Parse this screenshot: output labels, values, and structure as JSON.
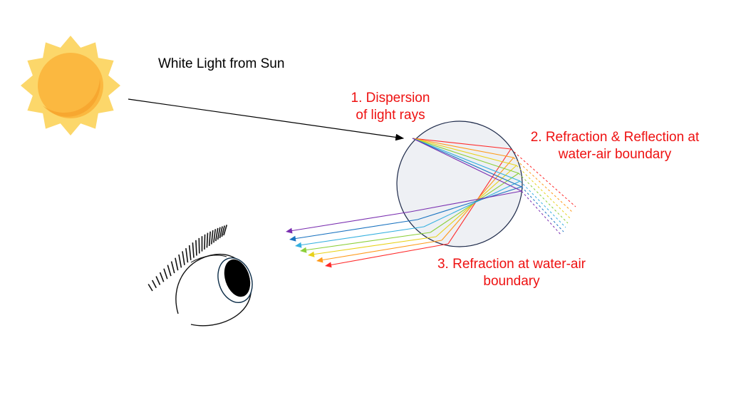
{
  "labels": {
    "sun_light": "White Light from Sun",
    "step1": [
      "1. Dispersion",
      "of light rays"
    ],
    "step2": [
      "2. Refraction & Reflection at",
      "water-air boundary"
    ],
    "step3": [
      "3. Refraction at water-air",
      "boundary"
    ]
  },
  "colors": {
    "annotation": "#ee1111",
    "spectrum": [
      "#ff2a2a",
      "#ff9a1a",
      "#e8d21a",
      "#8ccf3a",
      "#35b0e0",
      "#1a73c0",
      "#7a2fb0"
    ],
    "sun_rays": "#fcd76a",
    "sun_body": "#fbb840",
    "droplet_fill": "#eef0f4",
    "droplet_stroke": "#1e2a4a"
  },
  "icons": [
    "sun-icon",
    "raindrop-icon",
    "eye-icon"
  ]
}
